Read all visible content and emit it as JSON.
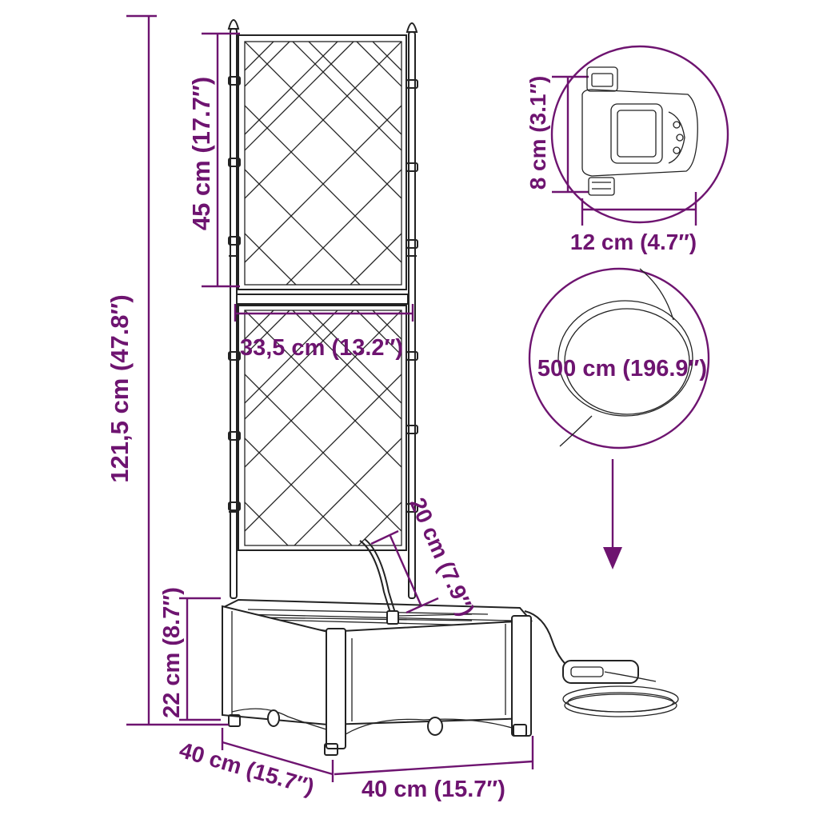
{
  "product": "planter with trellis and drip irrigation set",
  "colors": {
    "dimension": "#6e1470",
    "outline": "#222222",
    "background": "#ffffff"
  },
  "dimensions": {
    "total_height": "121,5 cm (47.8″)",
    "trellis_panel_height": "45 cm (17.7″)",
    "trellis_width": "33,5 cm (13.2″)",
    "dripper_stake": "20 cm (7.9″)",
    "box_height": "22 cm (8.7″)",
    "box_depth": "40 cm (15.7″)",
    "box_width": "40 cm (15.7″)",
    "timer_height": "8 cm (3.1″)",
    "timer_width": "12 cm (4.7″)",
    "hose_length": "500 cm (196.9″)"
  },
  "icons": [
    "water-timer-icon",
    "coiled-hose-icon",
    "arrow-down-icon"
  ]
}
